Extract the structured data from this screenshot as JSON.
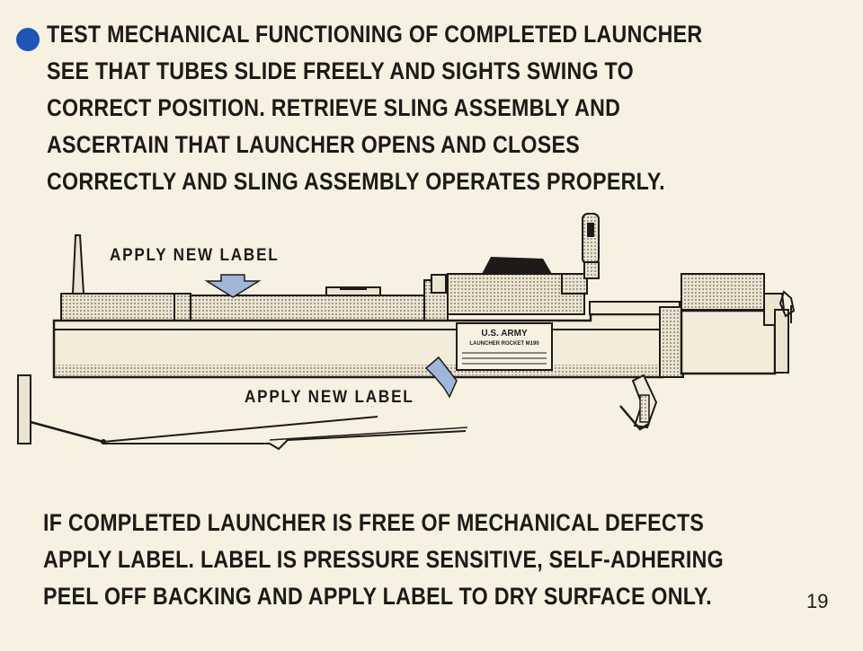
{
  "instructions": {
    "heading_lines": [
      "TEST MECHANICAL FUNCTIONING OF COMPLETED LAUNCHER",
      "SEE THAT TUBES SLIDE FREELY AND SIGHTS SWING TO",
      "CORRECT POSITION. RETRIEVE SLING ASSEMBLY AND",
      "ASCERTAIN THAT LAUNCHER OPENS AND CLOSES",
      "CORRECTLY AND SLING ASSEMBLY OPERATES PROPERLY."
    ],
    "footer_lines": [
      "IF COMPLETED LAUNCHER IS FREE OF MECHANICAL DEFECTS",
      "APPLY LABEL. LABEL IS PRESSURE SENSITIVE, SELF-ADHERING",
      "PEEL OFF BACKING AND APPLY LABEL TO DRY SURFACE ONLY."
    ]
  },
  "diagram": {
    "callout_top": "APPLY NEW LABEL",
    "callout_bottom": "APPLY NEW LABEL",
    "plate_line1": "U.S. ARMY",
    "plate_line2": "LAUNCHER ROCKET M190"
  },
  "page": {
    "number": "19"
  },
  "colors": {
    "bullet": "#1f55b8",
    "arrow": "#9fb6d8",
    "paper": "#f7f1e1",
    "ink": "#1d1b18"
  }
}
